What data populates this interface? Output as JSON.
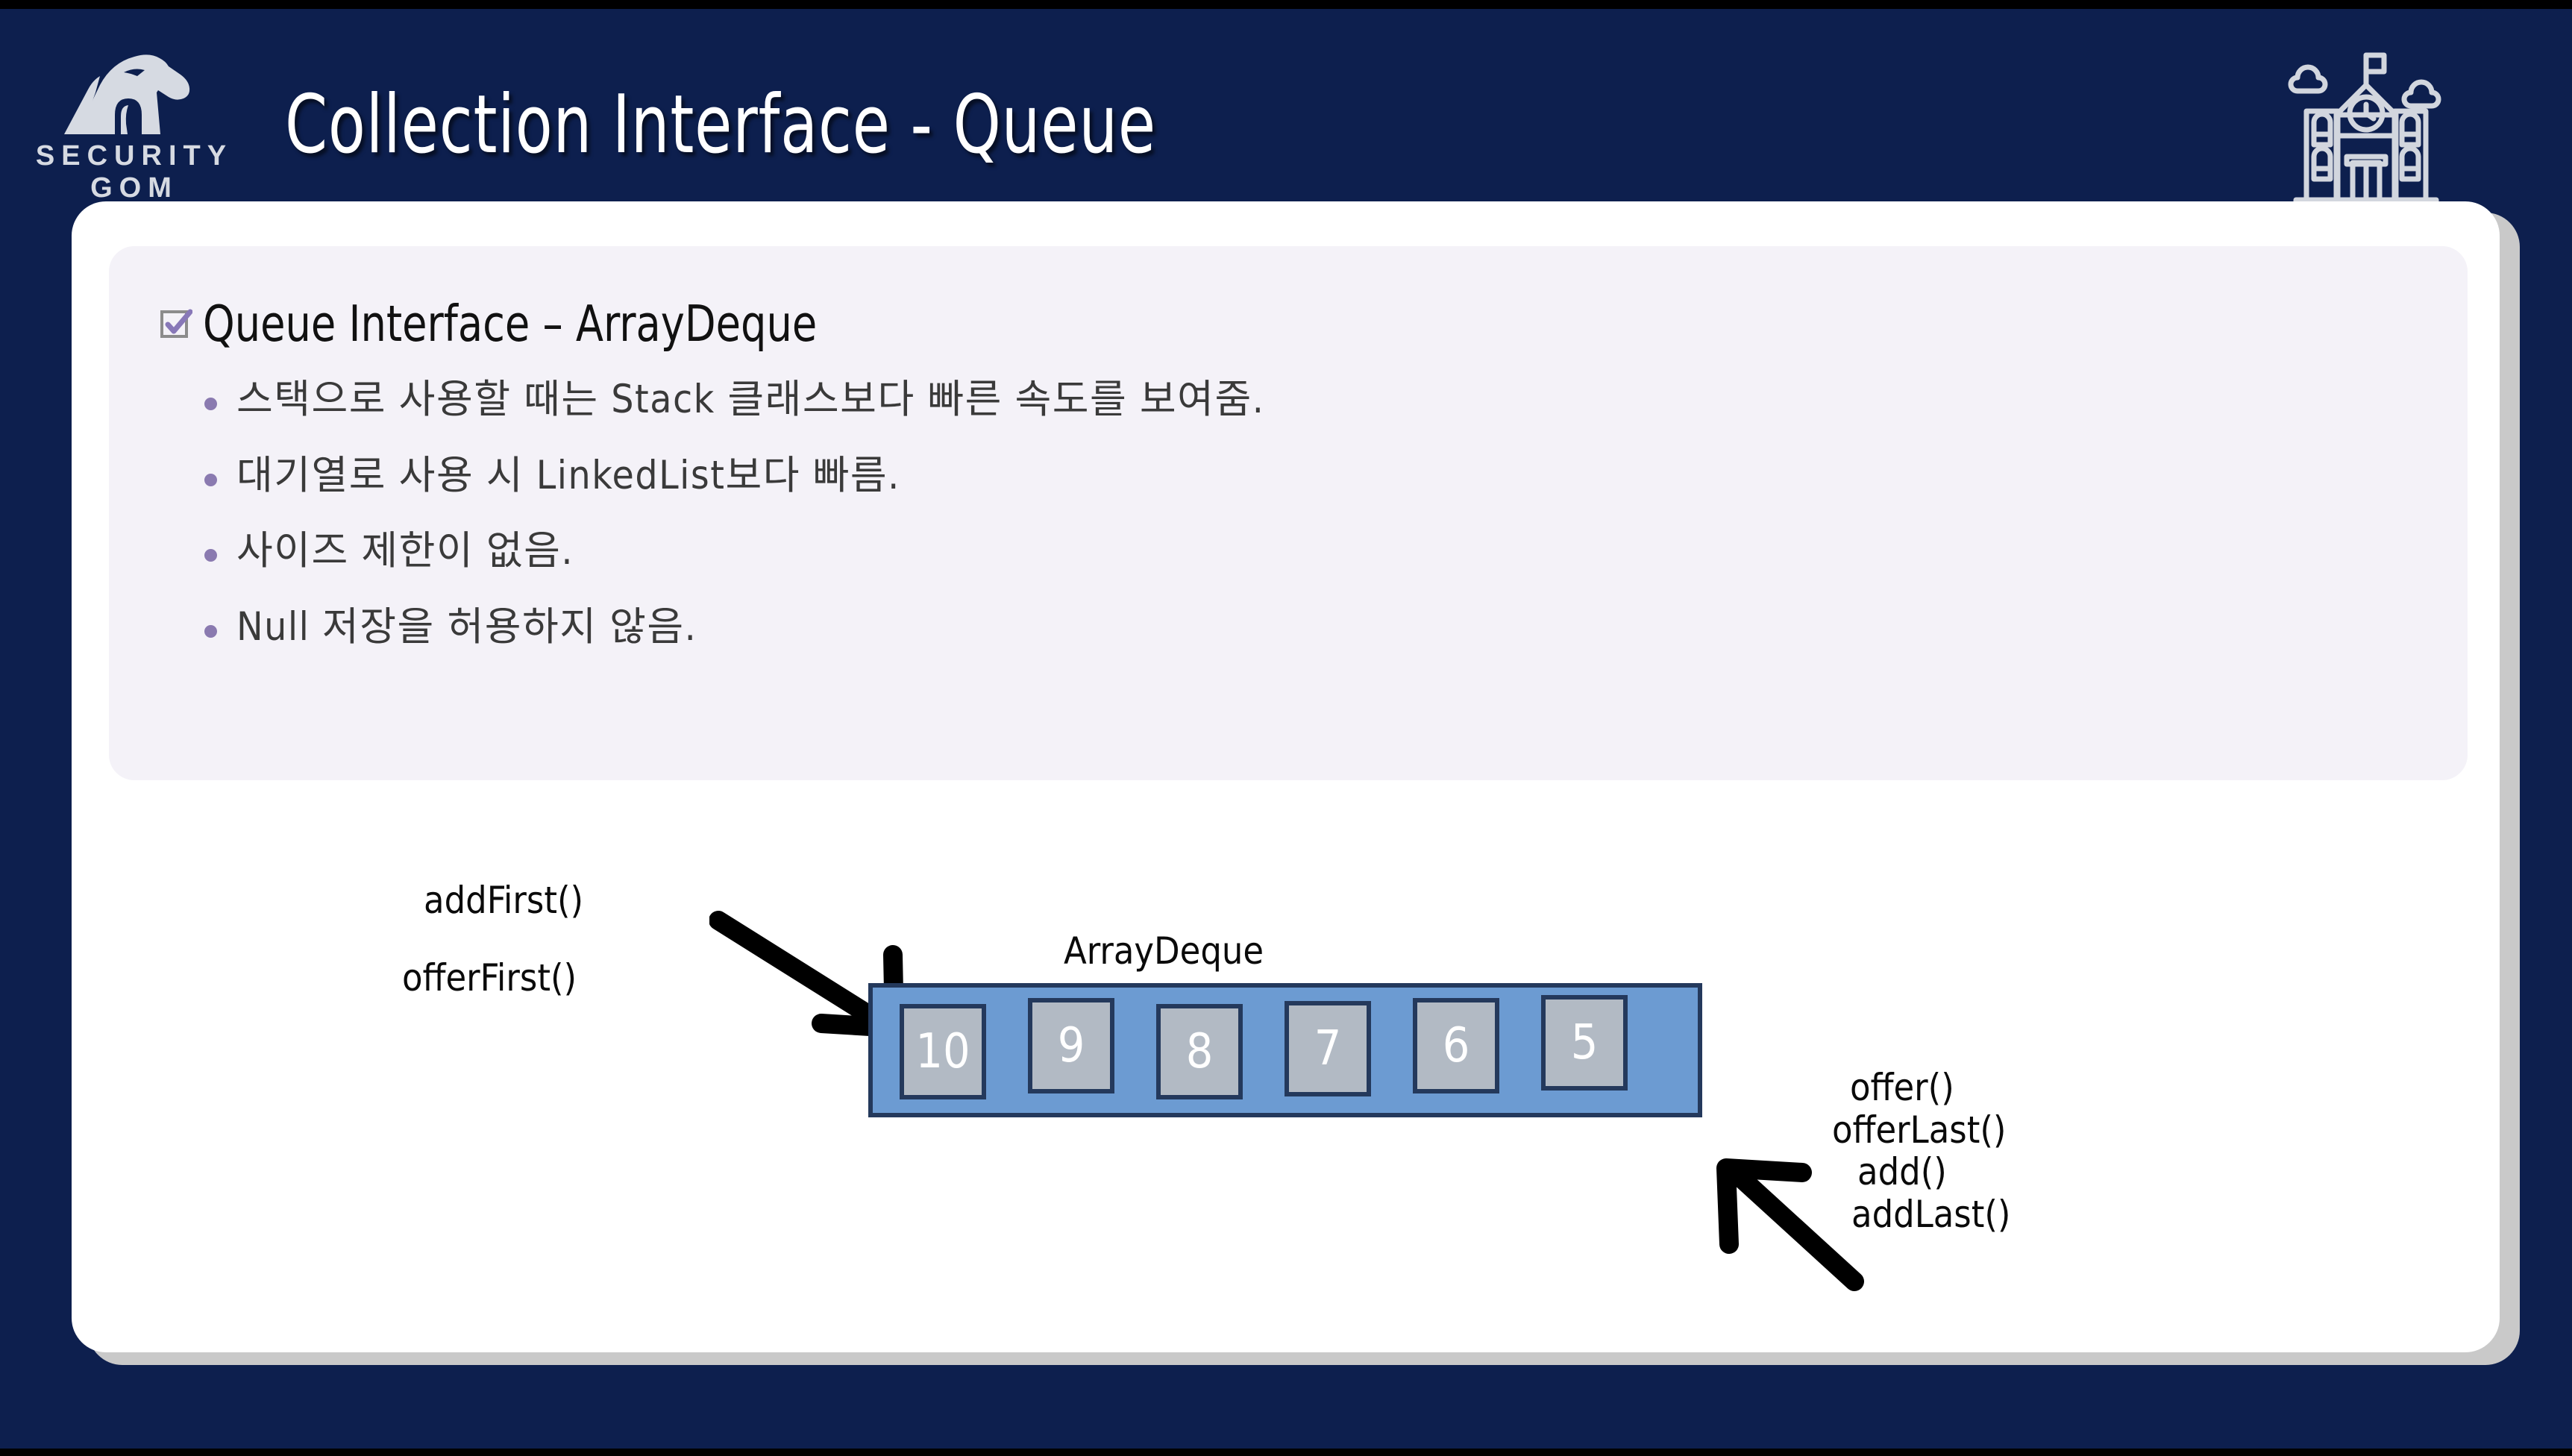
{
  "header": {
    "title": "Collection Interface - Queue",
    "logo_text": "SECURITY GOM",
    "logo_icon": "bear-logo-icon",
    "right_icon": "school-building-icon"
  },
  "panel": {
    "heading": "Queue Interface – ArrayDeque",
    "heading_bullet_icon": "checked-checkbox-icon",
    "bullets": [
      "스택으로 사용할 때는 Stack 클래스보다 빠른 속도를 보여줌.",
      "대기열로 사용 시 LinkedList보다 빠름.",
      "사이즈 제한이 없음.",
      "Null 저장을 허용하지 않음."
    ]
  },
  "diagram": {
    "deque_title": "ArrayDeque",
    "front_labels": [
      "addFirst()",
      "offerFirst()"
    ],
    "back_labels": [
      "offer()",
      "offerLast()",
      "add()",
      "addLast()"
    ],
    "front_arrow_icon": "arrow-down-right-icon",
    "back_arrow_icon": "arrow-up-left-icon",
    "cells": [
      "10",
      "9",
      "8",
      "7",
      "6",
      "5"
    ]
  },
  "colors": {
    "background_navy": "#0D1F4E",
    "card_white": "#FFFFFF",
    "panel_lavender": "#F4F2F8",
    "deque_blue": "#6C9BD2",
    "deque_border": "#24395C",
    "cell_gray": "#B2BAC4",
    "bullet_purple": "#8A7AB0",
    "logo_gray": "#D6DAE2"
  }
}
